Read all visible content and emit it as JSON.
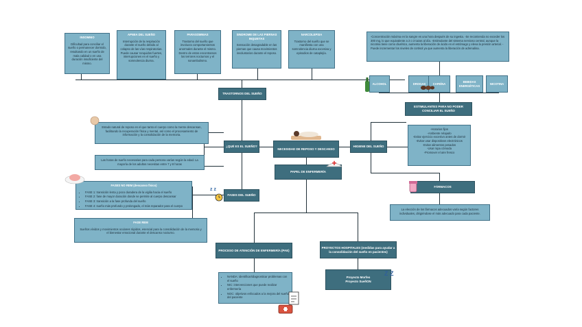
{
  "root": {
    "label": "NECESIDAD DE REPOSO Y DESCANSO"
  },
  "nursing": {
    "label": "PAPEL DE ENFERMERÍA"
  },
  "disorders": {
    "label": "TRASTORNOS DEL SUEÑO",
    "items": [
      {
        "title": "INSOMNIO",
        "text": "Dificultad para conciliar el sueño o permanecer dormido, resultando en un sueño de mala calidad o en una duración insuficiente del mismo."
      },
      {
        "title": "APNEA DEL SUEÑO",
        "text": "Interrupción de la respiración durante el sueño debido al colapso de las vías respiratorias. Puede causar ronquidos fuertes, interrupciones en el sueño y somnolencia diurna."
      },
      {
        "title": "PARASOMNIAS",
        "text": "Trastorno del sueño que involucra comportamientos anormales durante el mismo. Dentro de estos encontramos los terrores nocturnos y el sonambulismo."
      },
      {
        "title": "SINDROME DE LAS PIERNAS INQUIETAS",
        "text": "Sensación desagradable en las piernas que causa movimientos involuntarios durante el reposo."
      },
      {
        "title": "NARCOLEPSIA",
        "text": "Trastorno del sueño que se manifiesta con una somnolencia diurna excesiva y episodios de cataplejía."
      }
    ]
  },
  "what": {
    "label": "¿QUÉ ES EL SUEÑO?",
    "definition": "Estado natural de reposo en el que tanto el cuerpo como la mente descansan, facilitando la recuperación física y mental, así como el procesamiento de información y la consolidación de la memoria.",
    "hours": "Las horas de sueño necesarias para cada persona varían según la edad. La mayoría de los adultos necesitan entre 7 y 8 horas"
  },
  "phases": {
    "label": "FASES DEL SUEÑO",
    "nrem_title": "FASES NO REM (descanso físico)",
    "nrem_items": [
      "FASE 1: transición lenta y poco duradera de la vigilia hacia el sueño",
      "FASE 2: fase de mayor duración donde se permite al cuerpo descansar",
      "FASE 3: transición a la fase profunda del sueño",
      "FASE 4: sueño más profundo y prolongado, el más reparador para el cuerpo"
    ],
    "rem_title": "FASE REM",
    "rem_text": "Sueños vívidos y movimientos oculares rápidos, esencial para la consolidación de la memoria y el bienestar emocional durante el descanso nocturno."
  },
  "hygiene": {
    "label": "HIGIENE DEL SUEÑO",
    "recommend": "-Concentración máxima en la sangre es una hora después de su ingesta. -Se recomienda no exceder los 300 mg, lo que equivalente a 2 o 3 tazas al día. -Estimulante del sistema nervioso central, aunque la nicotina tiene como diurético, aumenta la liberación de ácido en el estómago y eleva la presión arterial. -Puede incrementar los niveles de cortisol ya que aumenta la liberación de adrenalina.",
    "substances": [
      "ALCOHOL",
      "DROGAS",
      "CAFEÍNA",
      "BEBIDAS ENERGÉTICAS",
      "NICOTINA"
    ],
    "stim_label": "ESTIMULANTES PARA NO PODER CONCILIAR EL SUEÑO",
    "tips": [
      "-Horarios fijos",
      "-Ambiente relajado",
      "-Evitar ejercicio excesivo antes de dormir",
      "-Evitar usar dispositivos electrónicos",
      "-Evitar alimentos pesados",
      "-Usar ropa cómoda",
      "-Promover el aire fresco"
    ],
    "drugs_label": "FÁRMACOS",
    "drugs_text": "La elección de los fármacos adecuados varía según factores individuales, dirigiéndose el más adecuado para cada paciente."
  },
  "pae": {
    "label": "PROCESO DE ATENCIÓN DE ENFERMERÍA (PAE)",
    "items": [
      "NANDA: identificar/diagnosticar problemas con el sueño",
      "NIC: intervenciones que puede realizar enfermería",
      "NOC: objetivos enfocados a la mejora del sueño del paciente"
    ]
  },
  "projects": {
    "label": "PROYECTOS HOSPITALES (medidas para ayudar a la consolidación del sueño en pacientes)",
    "items": [
      "Proyecto Morfeo",
      "Proyecto SueñON"
    ]
  },
  "colors": {
    "light": "#7fb3c7",
    "dark": "#3e6e7e",
    "line": "#1f2f38"
  },
  "icons": [
    "sleeping-person-icon",
    "nurse-cap-icon",
    "alarm-clock-icon",
    "zzz-icon",
    "clipboard-icon",
    "medical-kit-icon",
    "pill-bottle-icon",
    "cloud-brain-icon"
  ]
}
